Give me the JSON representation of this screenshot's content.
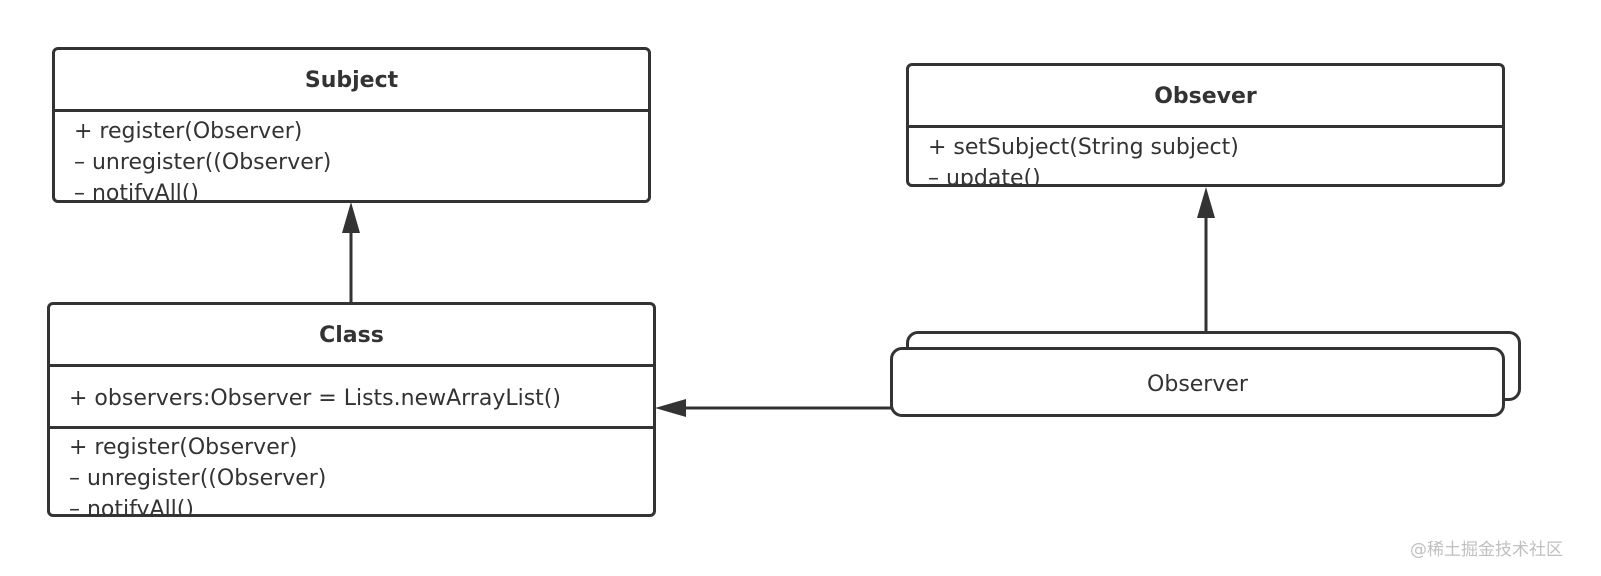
{
  "diagram": {
    "subject": {
      "title": "Subject",
      "methods": [
        "+ register(Observer)",
        "– unregister((Observer)",
        "– notifyAll()"
      ]
    },
    "observer_interface": {
      "title": "Obsever",
      "methods": [
        "+ setSubject(String subject)",
        "– update()"
      ]
    },
    "class_box": {
      "title": "Class",
      "fields": [
        "+ observers:Observer = Lists.newArrayList()"
      ],
      "methods": [
        "+ register(Observer)",
        "– unregister((Observer)",
        "– notifyAll()"
      ]
    },
    "observer_instances": {
      "label": "Observer"
    },
    "colors": {
      "stroke": "#333333",
      "fill": "#ffffff",
      "watermark": "#c0c0c0"
    }
  },
  "watermark": "@稀土掘金技术社区"
}
